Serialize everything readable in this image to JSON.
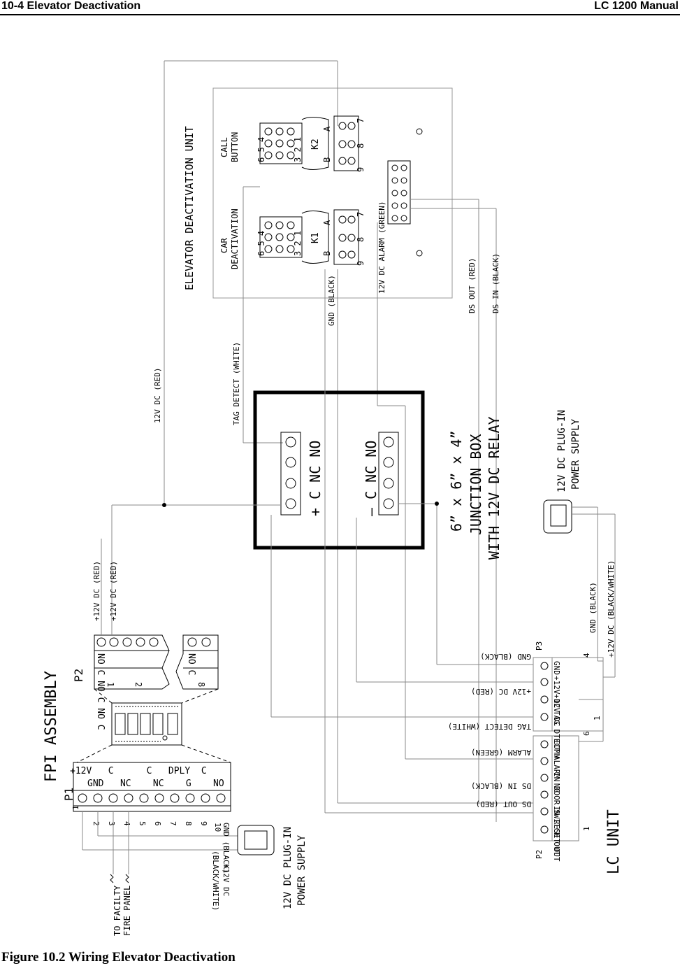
{
  "header": {
    "left": "10-4 Elevator Deactivation",
    "right": "LC 1200 Manual"
  },
  "caption": "Figure 10.2 Wiring Elevator Deactivation",
  "diagram": {
    "deactivation_unit": {
      "title": "ELEVATOR DEACTIVATION UNIT",
      "car_label_1": "CAR",
      "car_label_2": "DEACTIVATION",
      "call_label_1": "CALL",
      "call_label_2": "BUTTON",
      "k1": "K1",
      "k2": "K2",
      "row_top": "6 5 4",
      "row_mid": "3 2 1",
      "b": "B",
      "a": "A",
      "n9": "9",
      "n8": "8",
      "n7": "7"
    },
    "wires_top": {
      "dc_red": "12V DC (RED)",
      "tag_detect": "TAG DETECT (WHITE)",
      "gnd_black": "GND (BLACK)",
      "alarm_green": "12V DC ALARM (GREEN)",
      "ds_out": "DS OUT (RED)",
      "ds_in": "DS IN (BLACK)"
    },
    "junction_box": {
      "plus_row": "+ C NC NO",
      "minus_row": "– C NC NO",
      "size": "6” x 6” x 4”",
      "name": "JUNCTION BOX",
      "desc": "WITH 12V DC RELAY"
    },
    "power_supply_right": {
      "line1": "12V DC PLUG-IN",
      "line2": "POWER SUPPLY"
    },
    "fpi": {
      "title": "FPI ASSEMBLY",
      "p2": "P2",
      "p2_labels": "NO C NO C NO C",
      "p2_labels_b": "NO C",
      "p2_n1": "1",
      "p2_n2": "2",
      "p2_n8": "8",
      "p2_wire1": "+12V DC (RED)",
      "p2_wire2": "+12V DC (RED)",
      "p1": "P1",
      "p1_top": "+12V   C      C   DPLY  C",
      "p1_bot": "GND   NC    NC    G    NO",
      "p1_nums": [
        "1",
        "2",
        "3",
        "4",
        "5",
        "6",
        "7",
        "8",
        "9",
        "10"
      ],
      "gnd_black": "GND (BLACK)",
      "dc_bw_1": "+12V DC",
      "dc_bw_2": "(BLACK/WHITE)",
      "facility_1": "TO FACILTY",
      "facility_2": "FIRE PANEL"
    },
    "power_supply_left": {
      "line1": "12V DC PLUG-IN",
      "line2": "POWER SUPPLY"
    },
    "lc": {
      "title": "LC UNIT",
      "p3": "P3",
      "p2": "P2",
      "n4": "4",
      "n1a": "1",
      "n6": "6",
      "n1b": "1",
      "t_gnd": "GND",
      "t_12v_a": "+12V DC",
      "t_12v_b": "+12V DC",
      "t_tag": "TAG DTECT",
      "t_comm": "COMM",
      "t_alarm": "ALARM NC",
      "t_door": "IN DOOR SWITCH OUT",
      "t_reset": "IN RESET OUT",
      "w_gnd": "GND (BLACK)",
      "w_12v": "+12V DC (RED)",
      "w_tag": "TAG DETECT (WHITE)",
      "w_alarm": "ALARM (GREEN)",
      "w_dsin": "DS IN (BLACK)",
      "w_dsout": "DS OUT (RED)",
      "w_ps_gnd": "GND (BLACK)",
      "w_ps_dc": "+12V DC (BLACK/WHITE)"
    }
  }
}
